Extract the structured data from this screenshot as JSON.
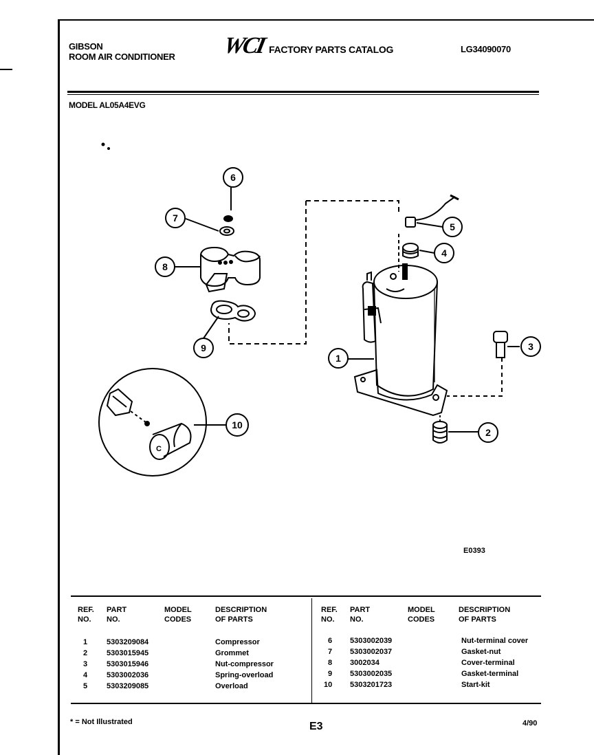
{
  "header": {
    "brand_line1": "GIBSON",
    "brand_line2": "ROOM AIR CONDITIONER",
    "logo_text": "WCI",
    "catalog_title": "FACTORY PARTS CATALOG",
    "doc_number": "LG34090070",
    "model_label": "MODEL AL05A4EVG"
  },
  "diagram": {
    "callouts": [
      "1",
      "2",
      "3",
      "4",
      "5",
      "6",
      "7",
      "8",
      "9",
      "10"
    ],
    "capacitor_mark": "C",
    "figure_code": "E0393"
  },
  "table": {
    "headers": {
      "ref": [
        "REF.",
        "NO."
      ],
      "part": [
        "PART",
        "NO."
      ],
      "model": [
        "MODEL",
        "CODES"
      ],
      "desc": [
        "DESCRIPTION",
        "OF PARTS"
      ]
    },
    "left_rows": [
      {
        "ref": "1",
        "part": "5303209084",
        "model": "",
        "desc": "Compressor"
      },
      {
        "ref": "2",
        "part": "5303015945",
        "model": "",
        "desc": "Grommet"
      },
      {
        "ref": "3",
        "part": "5303015946",
        "model": "",
        "desc": "Nut-compressor"
      },
      {
        "ref": "4",
        "part": "5303002036",
        "model": "",
        "desc": "Spring-overload"
      },
      {
        "ref": "5",
        "part": "5303209085",
        "model": "",
        "desc": "Overload"
      }
    ],
    "right_rows": [
      {
        "ref": "6",
        "part": "5303002039",
        "model": "",
        "desc": "Nut-terminal cover"
      },
      {
        "ref": "7",
        "part": "5303002037",
        "model": "",
        "desc": "Gasket-nut"
      },
      {
        "ref": "8",
        "part": "3002034",
        "model": "",
        "desc": "Cover-terminal"
      },
      {
        "ref": "9",
        "part": "5303002035",
        "model": "",
        "desc": "Gasket-terminal"
      },
      {
        "ref": "10",
        "part": "5303201723",
        "model": "",
        "desc": "Start-kit"
      }
    ]
  },
  "footer": {
    "note": "* = Not Illustrated",
    "page": "E3",
    "date": "4/90"
  }
}
